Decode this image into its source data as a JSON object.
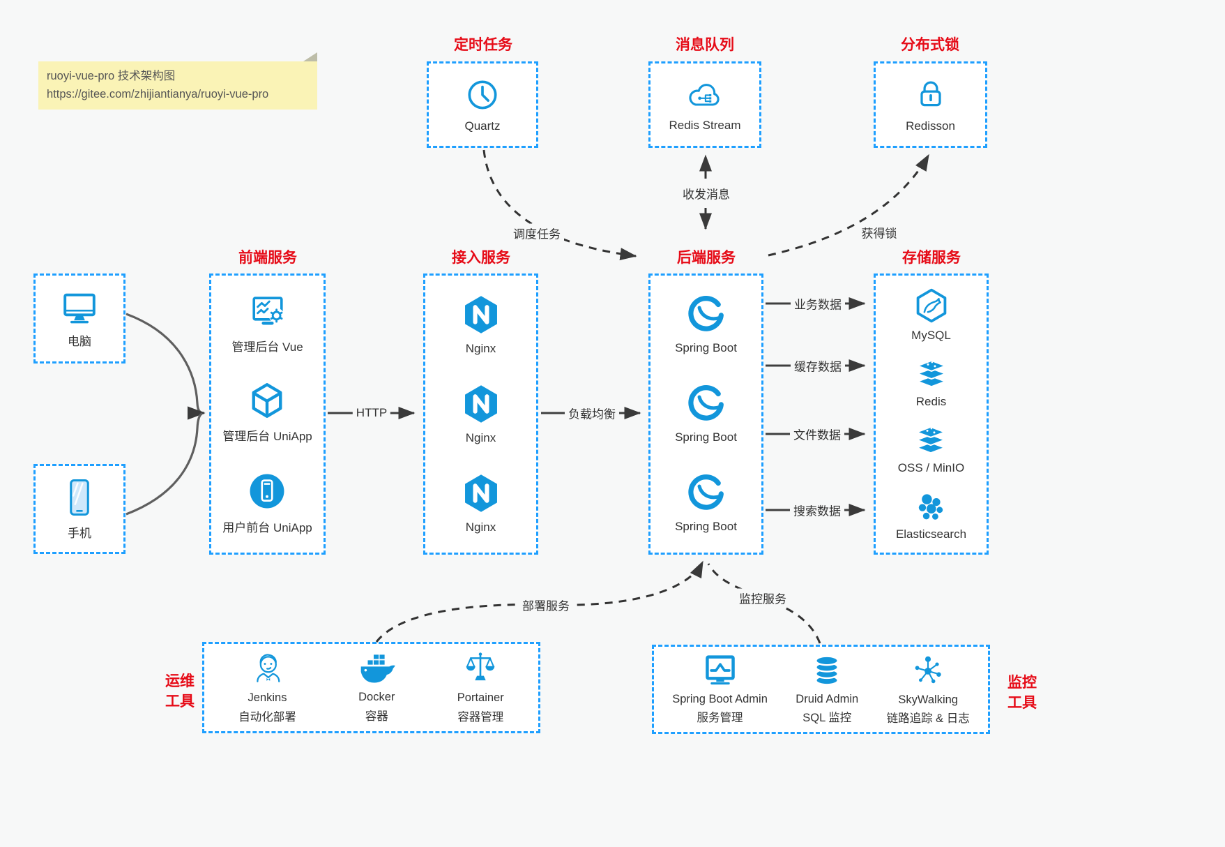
{
  "note": {
    "title": "ruoyi-vue-pro 技术架构图",
    "url": "https://gitee.com/zhijiantianya/ruoyi-vue-pro"
  },
  "colors": {
    "accent_blue": "#1296db",
    "box_border_blue": "#1e9fff",
    "section_title_red": "#e60b17",
    "note_bg": "#faf3b6",
    "arrow_dark": "#3a3a3a",
    "background": "#f7f8f8",
    "label_text": "#333333"
  },
  "clients": [
    {
      "label": "电脑"
    },
    {
      "label": "手机"
    }
  ],
  "sections": {
    "scheduled_task": {
      "title": "定时任务",
      "node": {
        "label": "Quartz"
      }
    },
    "message_queue": {
      "title": "消息队列",
      "node": {
        "label": "Redis Stream"
      }
    },
    "distributed_lock": {
      "title": "分布式锁",
      "node": {
        "label": "Redisson"
      }
    },
    "frontend": {
      "title": "前端服务",
      "nodes": [
        {
          "label": "管理后台 Vue"
        },
        {
          "label": "管理后台 UniApp"
        },
        {
          "label": "用户前台 UniApp"
        }
      ]
    },
    "gateway": {
      "title": "接入服务",
      "nodes": [
        {
          "label": "Nginx"
        },
        {
          "label": "Nginx"
        },
        {
          "label": "Nginx"
        }
      ]
    },
    "backend": {
      "title": "后端服务",
      "nodes": [
        {
          "label": "Spring Boot"
        },
        {
          "label": "Spring Boot"
        },
        {
          "label": "Spring Boot"
        }
      ]
    },
    "storage": {
      "title": "存储服务",
      "nodes": [
        {
          "label": "MySQL"
        },
        {
          "label": "Redis"
        },
        {
          "label": "OSS / MinIO"
        },
        {
          "label": "Elasticsearch"
        }
      ]
    },
    "ops_tools": {
      "title_line1": "运维",
      "title_line2": "工具",
      "nodes": [
        {
          "label": "Jenkins",
          "desc": "自动化部署"
        },
        {
          "label": "Docker",
          "desc": "容器"
        },
        {
          "label": "Portainer",
          "desc": "容器管理"
        }
      ]
    },
    "monitor_tools": {
      "title_line1": "监控",
      "title_line2": "工具",
      "nodes": [
        {
          "label": "Spring Boot Admin",
          "desc": "服务管理"
        },
        {
          "label": "Druid Admin",
          "desc": "SQL 监控"
        },
        {
          "label": "SkyWalking",
          "desc": "链路追踪 & 日志"
        }
      ]
    }
  },
  "edge_labels": {
    "http": "HTTP",
    "load_balance": "负载均衡",
    "schedule": "调度任务",
    "messaging": "收发消息",
    "acquire_lock": "获得锁",
    "business_data": "业务数据",
    "cache_data": "缓存数据",
    "file_data": "文件数据",
    "search_data": "搜索数据",
    "deploy": "部署服务",
    "monitor": "监控服务"
  }
}
